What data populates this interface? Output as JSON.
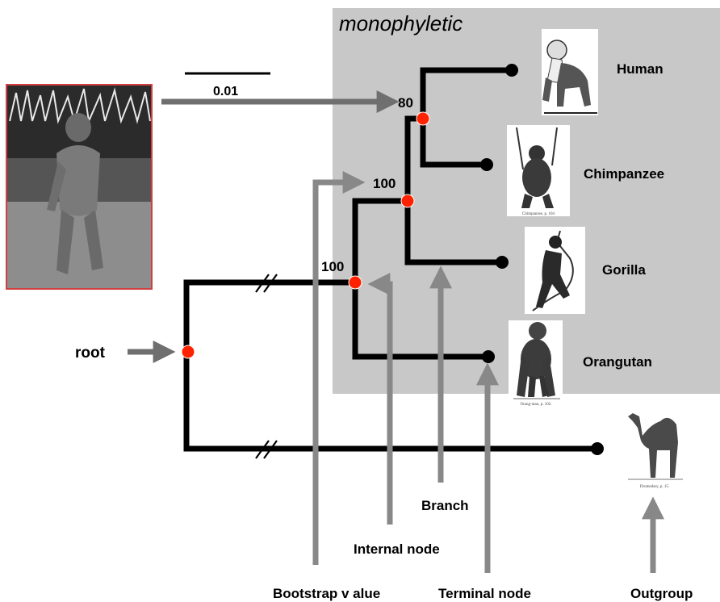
{
  "group_label": "monophyletic",
  "scale_bar_label": "0.01",
  "root_label": "root",
  "bootstrap_values": [
    "80",
    "100",
    "100"
  ],
  "taxa": [
    "Human",
    "Chimpanzee",
    "Gorilla",
    "Orangutan"
  ],
  "annotations": {
    "branch": "Branch",
    "internal_node": "Internal node",
    "bootstrap_value": "Bootstrap v alue",
    "terminal_node": "Terminal node",
    "outgroup": "Outgroup"
  },
  "picture_captions": {
    "chimpanzee": "Chimpanzee, p. 104",
    "orangutan": "Orang-utan, p. 102.",
    "dromedary": "Dromedary, p. 15."
  },
  "colors": {
    "group_box": "#c8c8c8",
    "node": "#ff2200",
    "arrow": "#888888",
    "branch": "#000000"
  }
}
